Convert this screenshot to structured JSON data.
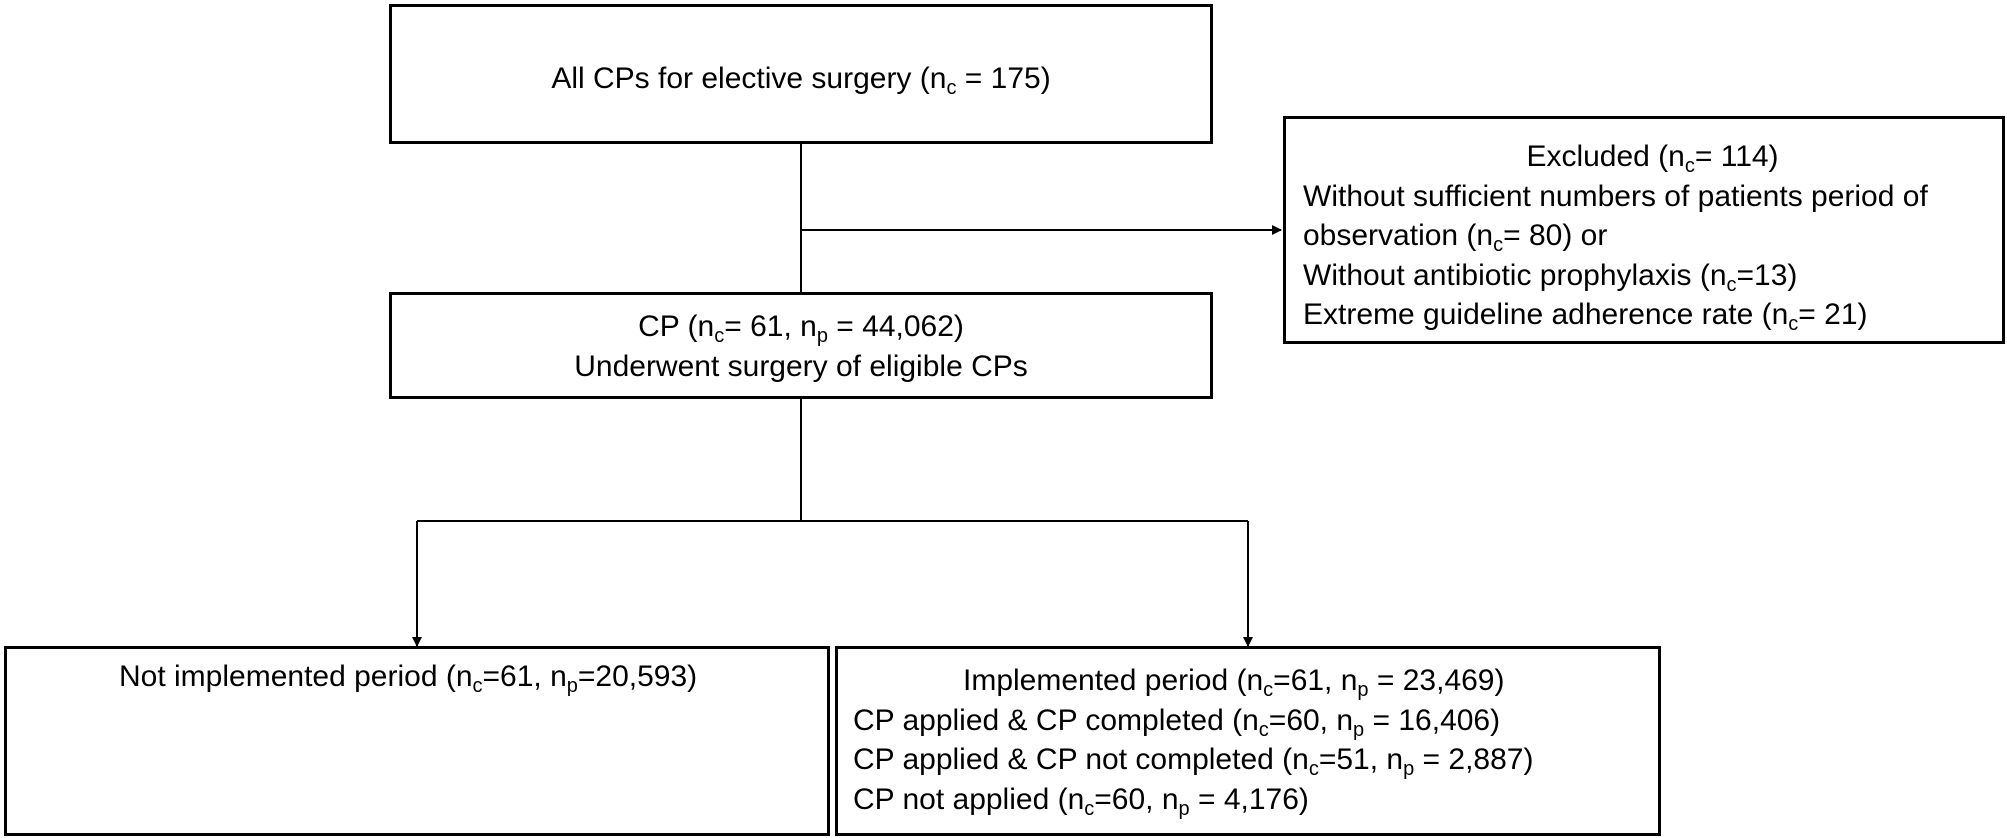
{
  "nodes": {
    "all_cps": {
      "lines": [
        [
          {
            "t": "All CPs for elective surgery (n"
          },
          {
            "s": "c"
          },
          {
            "t": " = 175)"
          }
        ]
      ]
    },
    "excluded": {
      "lines": [
        [
          {
            "t": "Excluded (n"
          },
          {
            "s": "c"
          },
          {
            "t": "= 114)"
          }
        ],
        [
          {
            "t": "Without sufficient numbers of patients period of"
          }
        ],
        [
          {
            "t": "observation (n"
          },
          {
            "s": "c"
          },
          {
            "t": "= 80) or"
          }
        ],
        [
          {
            "t": "Without antibiotic prophylaxis  (n"
          },
          {
            "s": "c"
          },
          {
            "t": "=13)"
          }
        ],
        [
          {
            "t": "Extreme guideline adherence rate  (n"
          },
          {
            "s": "c"
          },
          {
            "t": "= 21)"
          }
        ]
      ]
    },
    "cp": {
      "lines": [
        [
          {
            "t": "CP (n"
          },
          {
            "s": "c"
          },
          {
            "t": "= 61, n"
          },
          {
            "s": "p"
          },
          {
            "t": " = 44,062)"
          }
        ],
        [
          {
            "t": "Underwent surgery of eligible CPs"
          }
        ]
      ]
    },
    "not_implemented": {
      "lines": [
        [
          {
            "t": "Not implemented period (n"
          },
          {
            "s": "c"
          },
          {
            "t": "=61, n"
          },
          {
            "s": "p"
          },
          {
            "t": "=20,593)"
          }
        ]
      ]
    },
    "implemented": {
      "lines": [
        [
          {
            "t": "Implemented period (n"
          },
          {
            "s": "c"
          },
          {
            "t": "=61,  n"
          },
          {
            "s": "p"
          },
          {
            "t": " = 23,469)"
          }
        ],
        [
          {
            "t": "CP applied & CP completed (n"
          },
          {
            "s": "c"
          },
          {
            "t": "=60, n"
          },
          {
            "s": "p"
          },
          {
            "t": " = 16,406)"
          }
        ],
        [
          {
            "t": "CP applied & CP not completed (n"
          },
          {
            "s": "c"
          },
          {
            "t": "=51, n"
          },
          {
            "s": "p"
          },
          {
            "t": " = 2,887)"
          }
        ],
        [
          {
            "t": "CP not applied (n"
          },
          {
            "s": "c"
          },
          {
            "t": "=60, n"
          },
          {
            "s": "p"
          },
          {
            "t": " = 4,176)"
          }
        ]
      ]
    }
  }
}
